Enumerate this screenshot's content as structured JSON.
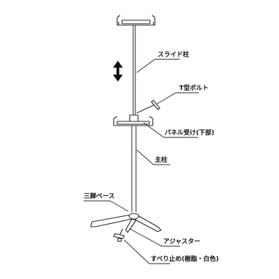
{
  "diagram": {
    "labels": {
      "slide_pole": "スライド柱",
      "t_bolt": "T型ボルト",
      "panel_holder_lower": "パネル受け(下部)",
      "main_pole": "主柱",
      "tripod_base": "三脚ベース",
      "adjuster": "アジャスター",
      "anti_slip": "すべり止め(樹脂・白色)"
    },
    "colors": {
      "line": "#222222",
      "arrow": "#111111",
      "background": "#ffffff"
    }
  }
}
